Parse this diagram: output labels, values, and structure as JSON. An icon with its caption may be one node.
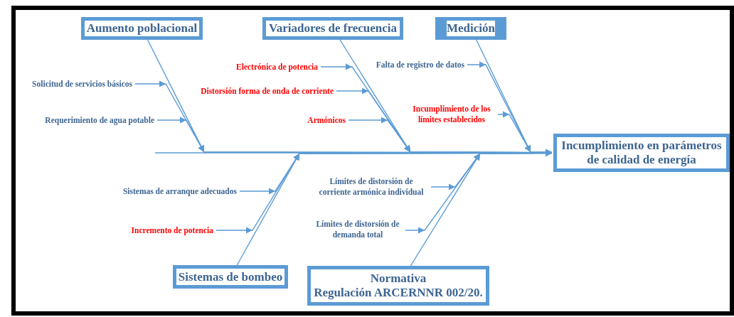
{
  "diagram": {
    "nodes": [
      {
        "text": [
          "Aumento poblacional"
        ]
      },
      {
        "text": [
          "Variadores de frecuencia"
        ]
      },
      {
        "text": [
          "Medición"
        ]
      },
      {
        "text": [
          "Incumplimiento en parámetros de calidad de energía"
        ]
      },
      {
        "text": [
          "Sistemas de bombeo"
        ]
      },
      {
        "text": [
          "Normativa",
          "Regulación ARCERNNR 002/20."
        ]
      },
      {
        "text": [
          "Solicitud de servicios básicos"
        ]
      },
      {
        "text": [
          "Requerimiento de agua potable"
        ]
      },
      {
        "text": [
          "Electrónica de potencia"
        ]
      },
      {
        "text": [
          "Distorsión forma de onda de corriente"
        ]
      },
      {
        "text": [
          "Armónicos"
        ]
      },
      {
        "text": [
          "Falta de registro de datos"
        ]
      },
      {
        "text": [
          "Incumplimiento de los límites establecidos"
        ]
      },
      {
        "text": [
          "Sistemas de arranque adecuados"
        ]
      },
      {
        "text": [
          "Incremento de potencia"
        ]
      },
      {
        "text": [
          "Límites de distorsión de corriente armónica individual"
        ]
      },
      {
        "text": [
          "Límites de distorsión de demanda total"
        ]
      }
    ],
    "edges": [
      {
        "from": null,
        "to": 3,
        "arrow": "to"
      },
      {
        "from": 0,
        "to": 3,
        "arrow": "to"
      },
      {
        "from": 1,
        "to": 3,
        "arrow": "to"
      },
      {
        "from": 2,
        "to": 3,
        "arrow": "to"
      },
      {
        "from": 4,
        "to": 3,
        "arrow": "to"
      },
      {
        "from": 5,
        "to": 3,
        "arrow": "to"
      },
      {
        "from": 6,
        "to": 3,
        "arrow": "to"
      },
      {
        "from": 7,
        "to": 3,
        "arrow": "to"
      },
      {
        "from": 8,
        "to": 3,
        "arrow": "to"
      },
      {
        "from": 9,
        "to": 3,
        "arrow": "to"
      },
      {
        "from": 10,
        "to": 3,
        "arrow": "to"
      },
      {
        "from": 11,
        "to": 3,
        "arrow": "to"
      },
      {
        "from": 12,
        "to": 3,
        "arrow": "to"
      },
      {
        "from": 13,
        "to": 3,
        "arrow": "to"
      },
      {
        "from": 14,
        "to": 3,
        "arrow": "to"
      },
      {
        "from": 15,
        "to": 3,
        "arrow": "to"
      },
      {
        "from": 16,
        "to": 3,
        "arrow": "to"
      }
    ]
  }
}
